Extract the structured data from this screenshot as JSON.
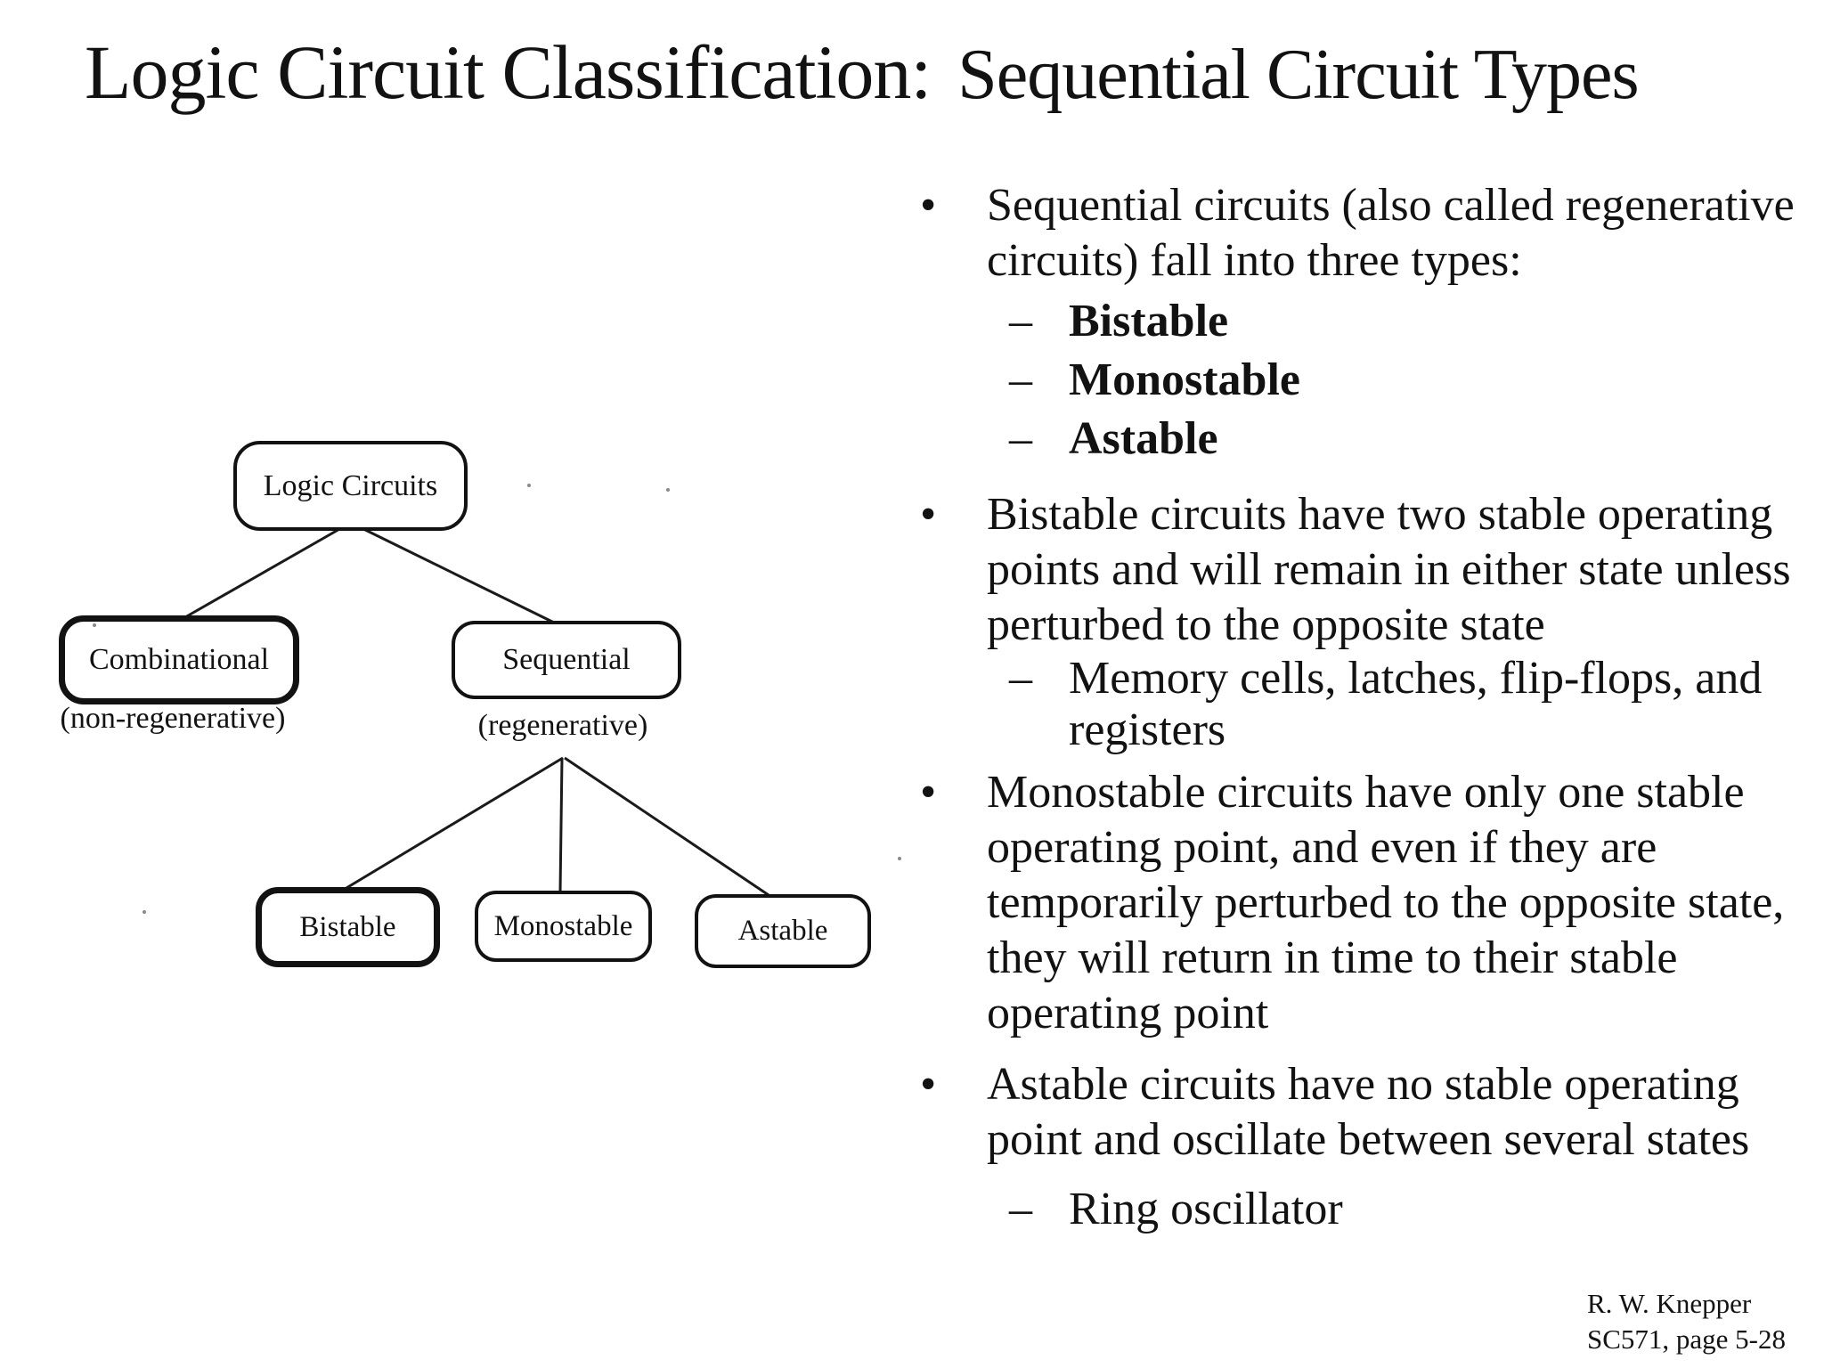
{
  "title": {
    "part1": "Logic Circuit Classification:",
    "part2": "Sequential Circuit Types"
  },
  "diagram": {
    "nodes": {
      "logic": {
        "label": "Logic Circuits"
      },
      "combinational": {
        "label": "Combinational",
        "caption": "(non-regenerative)"
      },
      "sequential": {
        "label": "Sequential",
        "caption": "(regenerative)"
      },
      "bistable": {
        "label": "Bistable"
      },
      "monostable": {
        "label": "Monostable"
      },
      "astable": {
        "label": "Astable"
      }
    }
  },
  "bullets": {
    "b1": {
      "marker": "•",
      "lines": [
        "Sequential circuits (also called regenerative",
        "circuits) fall into three types:"
      ]
    },
    "b1_subs": [
      {
        "marker": "–",
        "text": "Bistable"
      },
      {
        "marker": "–",
        "text": "Monostable"
      },
      {
        "marker": "–",
        "text": "Astable"
      }
    ],
    "b2": {
      "marker": "•",
      "lines": [
        "Bistable circuits have two stable operating",
        "points and will remain in either state unless",
        "perturbed to the opposite state"
      ]
    },
    "b2_sub": {
      "marker": "–",
      "lines": [
        "Memory cells, latches, flip-flops, and",
        "registers"
      ]
    },
    "b3": {
      "marker": "•",
      "lines": [
        "Monostable circuits have only one stable",
        "operating point, and even if they are",
        "temporarily perturbed to the opposite state,",
        "they will return in time to their stable",
        "operating point"
      ]
    },
    "b4": {
      "marker": "•",
      "lines": [
        "Astable circuits have no stable operating",
        "point and oscillate between several states"
      ]
    },
    "b4_sub": {
      "marker": "–",
      "lines": [
        "Ring oscillator"
      ]
    }
  },
  "footer": {
    "line1": "R. W. Knepper",
    "line2": "SC571, page 5-28"
  },
  "colors": {
    "background": "#ffffff",
    "text": "#121212",
    "line": "#1a1a1a"
  }
}
